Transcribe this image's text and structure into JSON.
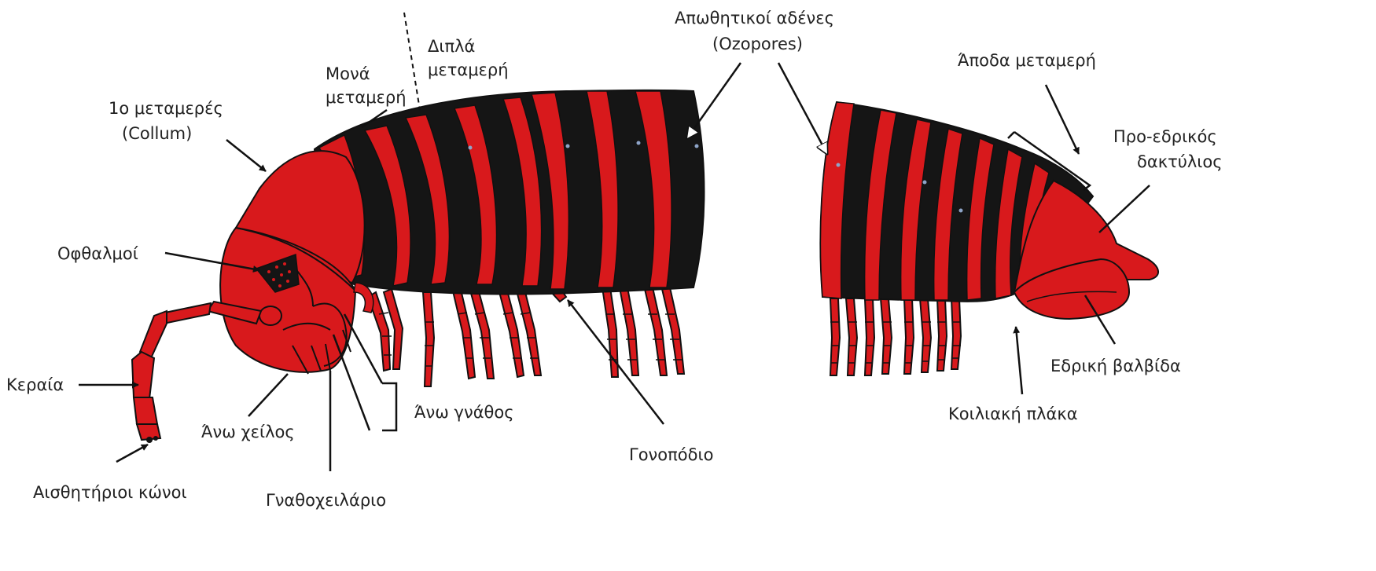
{
  "labels": {
    "collum_line1": "1ο μεταμερές",
    "collum_line2": "(Collum)",
    "single_line1": "Μονά",
    "single_line2": "μεταμερή",
    "double_line1": "Διπλά",
    "double_line2": "μεταμερή",
    "ozopores_line1": "Απωθητικοί αδένες",
    "ozopores_line2": "(Ozopores)",
    "apodous": "Άποδα μεταμερή",
    "preanal_line1": "Προ-εδρικός",
    "preanal_line2": "δακτύλιος",
    "eyes": "Οφθαλμοί",
    "antenna": "Κεραία",
    "sensory_cones": "Αισθητήριοι κώνοι",
    "upper_lip": "Άνω χείλος",
    "gnathochilarium": "Γναθοχειλάριο",
    "mandible": "Άνω γνάθος",
    "gonopod": "Γονοπόδιο",
    "anal_valve": "Εδρική βαλβίδα",
    "ventral_plate": "Κοιλιακή πλάκα"
  },
  "colors": {
    "body_red": "#d8191c",
    "body_black": "#151515",
    "outline": "#111111",
    "text": "#222222"
  }
}
